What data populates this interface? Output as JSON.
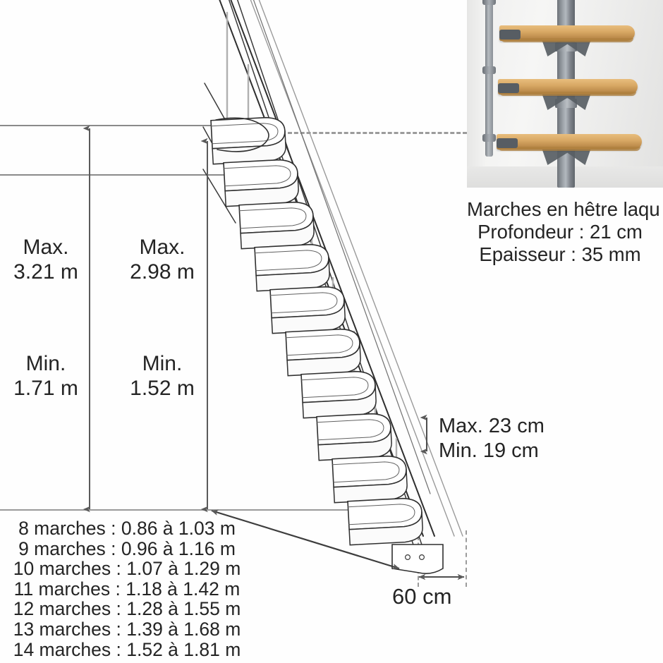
{
  "diagram": {
    "title": "Schema technique escalier - dimensions",
    "left_dimension": {
      "max_label": "Max.",
      "max_value": "3.21 m",
      "min_label": "Min.",
      "min_value": "1.71 m"
    },
    "inner_dimension": {
      "max_label": "Max.",
      "max_value": "2.98 m",
      "min_label": "Min.",
      "min_value": "1.52 m"
    },
    "riser_dimension": {
      "max_text": "Max. 23 cm",
      "min_text": "Min. 19 cm"
    },
    "width_dimension": {
      "value": "60 cm"
    },
    "step_list": [
      "8 marches : 0.86 à 1.03 m",
      "9 marches : 0.96 à 1.16 m",
      "10 marches : 1.07 à 1.29 m",
      "11 marches : 1.18 à 1.42 m",
      "12 marches : 1.28 à 1.55 m",
      "13 marches : 1.39 à 1.68 m",
      "14 marches : 1.52 à 1.81 m"
    ]
  },
  "photo": {
    "caption_line1": "Marches en hêtre laqu",
    "caption_line2": "Profondeur : 21 cm",
    "caption_line3": "Epaisseur : 35 mm",
    "alt": "photo escalier marches hetre sur poteau central gris"
  },
  "colors": {
    "line": "#8a8a8a",
    "dash": "#9b9b9b",
    "text": "#242424",
    "wood": "#d9a965",
    "metal": "#6d7278",
    "background": "#fefefe"
  }
}
